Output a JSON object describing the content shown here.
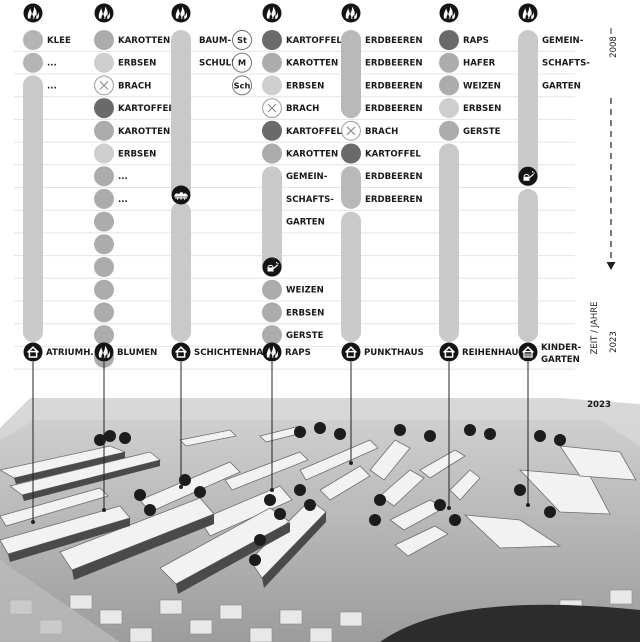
{
  "colors": {
    "klee": "#b4b4b4",
    "light": "#cecece",
    "mid": "#acacac",
    "dark": "#6a6a6a",
    "bar": "#c9c9c9",
    "brach_fill": "#ffffff",
    "grid": "#e4e4e4",
    "black": "#111111"
  },
  "axis": {
    "start_year": "2008",
    "end_year": "2023",
    "label": "ZEIT / JAHRE"
  },
  "photo": {
    "year": "2023"
  },
  "columns": [
    {
      "id": "c1",
      "items": [
        {
          "type": "circle",
          "tone": "klee",
          "label": "KLEE"
        },
        {
          "type": "circle",
          "tone": "klee",
          "label": "..."
        },
        {
          "type": "bar_start",
          "label": "..."
        }
      ],
      "bottom": {
        "icon": "house-icon",
        "label": "ATRIUMH."
      }
    },
    {
      "id": "c2",
      "items": [
        {
          "type": "circle",
          "tone": "mid",
          "label": "KAROTTEN"
        },
        {
          "type": "circle",
          "tone": "light",
          "label": "ERBSEN"
        },
        {
          "type": "brach",
          "label": "BRACH"
        },
        {
          "type": "circle",
          "tone": "dark",
          "label": "KARTOFFELN"
        },
        {
          "type": "circle",
          "tone": "mid",
          "label": "KAROTTEN"
        },
        {
          "type": "circle",
          "tone": "light",
          "label": "ERBSEN"
        },
        {
          "type": "circle",
          "tone": "mid",
          "label": "..."
        },
        {
          "type": "circle",
          "tone": "mid",
          "label": "..."
        },
        {
          "type": "circle",
          "tone": "mid",
          "label": ""
        },
        {
          "type": "circle",
          "tone": "mid",
          "label": ""
        },
        {
          "type": "circle",
          "tone": "mid",
          "label": ""
        },
        {
          "type": "circle",
          "tone": "mid",
          "label": ""
        },
        {
          "type": "circle",
          "tone": "mid",
          "label": ""
        },
        {
          "type": "circle",
          "tone": "mid",
          "label": ""
        },
        {
          "type": "circle",
          "tone": "mid",
          "label": ""
        }
      ],
      "bottom": {
        "icon": "flame-icon",
        "label": "BLUMEN"
      }
    },
    {
      "id": "c3",
      "bar_label_lines": [
        "BAUM-",
        "SCHULE"
      ],
      "sizes": [
        "St",
        "M",
        "Sch"
      ],
      "bottom": {
        "icon": "house-icon",
        "label": "SCHICHTENHAUS"
      }
    },
    {
      "id": "c4",
      "items": [
        {
          "type": "circle",
          "tone": "dark",
          "label": "KARTOFFELN"
        },
        {
          "type": "circle",
          "tone": "mid",
          "label": "KAROTTEN"
        },
        {
          "type": "circle",
          "tone": "light",
          "label": "ERBSEN"
        },
        {
          "type": "brach",
          "label": "BRACH"
        },
        {
          "type": "circle",
          "tone": "dark",
          "label": "KARTOFFELN"
        },
        {
          "type": "circle",
          "tone": "mid",
          "label": "KAROTTEN"
        }
      ],
      "garden_lines": [
        "GEMEIN-",
        "SCHAFTS-",
        "GARTEN"
      ],
      "after": [
        {
          "type": "circle",
          "tone": "mid",
          "label": "WEIZEN"
        },
        {
          "type": "circle",
          "tone": "mid",
          "label": "ERBSEN"
        },
        {
          "type": "circle",
          "tone": "mid",
          "label": "GERSTE"
        }
      ],
      "bottom": {
        "icon": "flame-icon",
        "label": "RAPS"
      }
    },
    {
      "id": "c5",
      "items": [
        {
          "type": "bar",
          "label": "ERDBEEREN"
        },
        {
          "type": "bar",
          "label": "ERDBEEREN"
        },
        {
          "type": "bar",
          "label": "ERDBEEREN"
        },
        {
          "type": "bar",
          "label": "ERDBEEREN"
        },
        {
          "type": "brach",
          "label": "BRACH"
        },
        {
          "type": "circle",
          "tone": "dark",
          "label": "KARTOFFEL"
        },
        {
          "type": "bar",
          "label": "ERDBEEREN"
        },
        {
          "type": "bar",
          "label": "ERDBEEREN"
        }
      ],
      "bottom": {
        "icon": "house-icon",
        "label": "PUNKTHAUS"
      }
    },
    {
      "id": "c6",
      "items": [
        {
          "type": "circle",
          "tone": "dark",
          "label": "RAPS"
        },
        {
          "type": "circle",
          "tone": "mid",
          "label": "HAFER"
        },
        {
          "type": "circle",
          "tone": "mid",
          "label": "WEIZEN"
        },
        {
          "type": "circle",
          "tone": "light",
          "label": "ERBSEN"
        },
        {
          "type": "circle",
          "tone": "mid",
          "label": "GERSTE"
        }
      ],
      "bottom": {
        "icon": "house-icon",
        "label": "REIHENHAUS"
      }
    },
    {
      "id": "c7",
      "garden_lines": [
        "GEMEIN-",
        "SCHAFTS-",
        "GARTEN"
      ],
      "bottom": {
        "icon": "kindergarten-icon",
        "label_lines": [
          "KINDER-",
          "GARTEN"
        ]
      }
    }
  ]
}
